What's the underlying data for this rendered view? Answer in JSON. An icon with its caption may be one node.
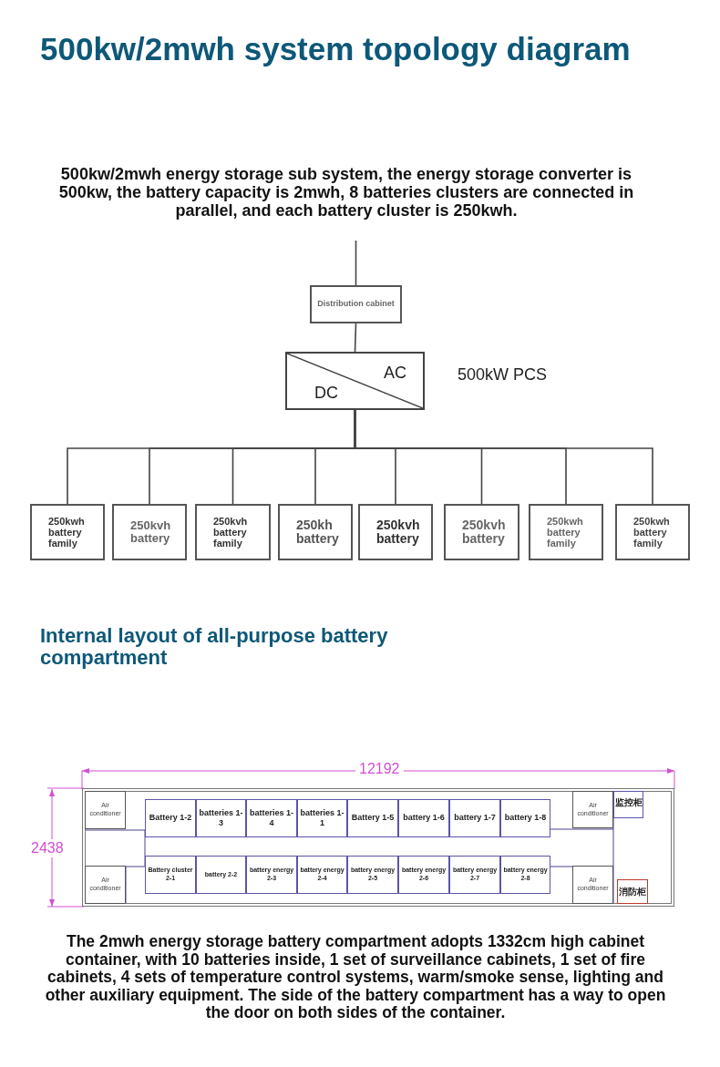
{
  "diagram": {
    "title": "500kw/2mwh system topology diagram",
    "nodes": [
      {
        "text": [
          "Distribution cabinet"
        ]
      },
      {
        "text": [
          "AC",
          "DC"
        ],
        "beside": [
          "500kW PCS"
        ]
      },
      {
        "text": [
          "250kwh battery family"
        ]
      },
      {
        "text": [
          "250kvh battery"
        ]
      },
      {
        "text": [
          "250kvh battery family"
        ]
      },
      {
        "text": [
          "250kh battery"
        ]
      },
      {
        "text": [
          "250kvh battery"
        ]
      },
      {
        "text": [
          "250kvh battery"
        ]
      },
      {
        "text": [
          "250kwh battery family"
        ]
      },
      {
        "text": [
          "250kwh battery family"
        ]
      },
      {
        "text": [],
        "shape": "box"
      },
      {
        "text": [
          "Air conditioner"
        ],
        "in": 10
      },
      {
        "text": [
          "Battery 1-2"
        ],
        "in": 10
      },
      {
        "text": [
          "batteries 1-3"
        ],
        "in": 10
      },
      {
        "text": [
          "batteries 1-4"
        ],
        "in": 10
      },
      {
        "text": [
          "batteries 1-1"
        ],
        "in": 10
      },
      {
        "text": [
          "Battery 1-5"
        ],
        "in": 10
      },
      {
        "text": [
          "battery 1-6"
        ],
        "in": 10
      },
      {
        "text": [
          "battery 1-7"
        ],
        "in": 10
      },
      {
        "text": [
          "battery 1-8"
        ],
        "in": 10
      },
      {
        "text": [
          "Air conditioner"
        ],
        "in": 10
      },
      {
        "text": [
          "监控柜"
        ],
        "in": 10
      },
      {
        "text": [
          "Air conditioner"
        ],
        "in": 10
      },
      {
        "text": [
          "Battery cluster 2-1"
        ],
        "in": 10
      },
      {
        "text": [
          "battery 2-2"
        ],
        "in": 10
      },
      {
        "text": [
          "battery energy 2-3"
        ],
        "in": 10
      },
      {
        "text": [
          "battery energy 2-4"
        ],
        "in": 10
      },
      {
        "text": [
          "battery energy 2-5"
        ],
        "in": 10
      },
      {
        "text": [
          "battery energy 2-6"
        ],
        "in": 10
      },
      {
        "text": [
          "battery energy 2-7"
        ],
        "in": 10
      },
      {
        "text": [
          "battery energy 2-8"
        ],
        "in": 10
      },
      {
        "text": [
          "Air conditioner"
        ],
        "in": 10
      },
      {
        "text": [
          "消防柜"
        ],
        "in": 10
      }
    ],
    "edges": [
      {
        "from": null,
        "to": 0,
        "arrow": "none"
      },
      {
        "from": 0,
        "to": 1,
        "arrow": "none"
      },
      {
        "from": 1,
        "to": 2,
        "arrow": "none"
      },
      {
        "from": 1,
        "to": 3,
        "arrow": "none"
      },
      {
        "from": 1,
        "to": 4,
        "arrow": "none"
      },
      {
        "from": 1,
        "to": 5,
        "arrow": "none"
      },
      {
        "from": 1,
        "to": 6,
        "arrow": "none"
      },
      {
        "from": 1,
        "to": 7,
        "arrow": "none"
      },
      {
        "from": 1,
        "to": 8,
        "arrow": "none"
      },
      {
        "from": 1,
        "to": 9,
        "arrow": "none"
      }
    ],
    "labels": [
      "500kw/2mwh energy storage sub system, the energy storage converter is 500kw, the battery capacity is 2mwh, 8 batteries clusters are connected in parallel, and each battery cluster is 250kwh.",
      "Internal layout of all-purpose battery compartment",
      "12192",
      "2438",
      "The 2mwh energy storage battery compartment adopts 1332cm high cabinet container, with 10 batteries inside, 1 set of surveillance cabinets, 1 set of fire cabinets, 4 sets of temperature control systems, warm/smoke sense, lighting and other auxiliary equipment. The side of the battery compartment has a way to open the door on both sides of the container."
    ]
  }
}
